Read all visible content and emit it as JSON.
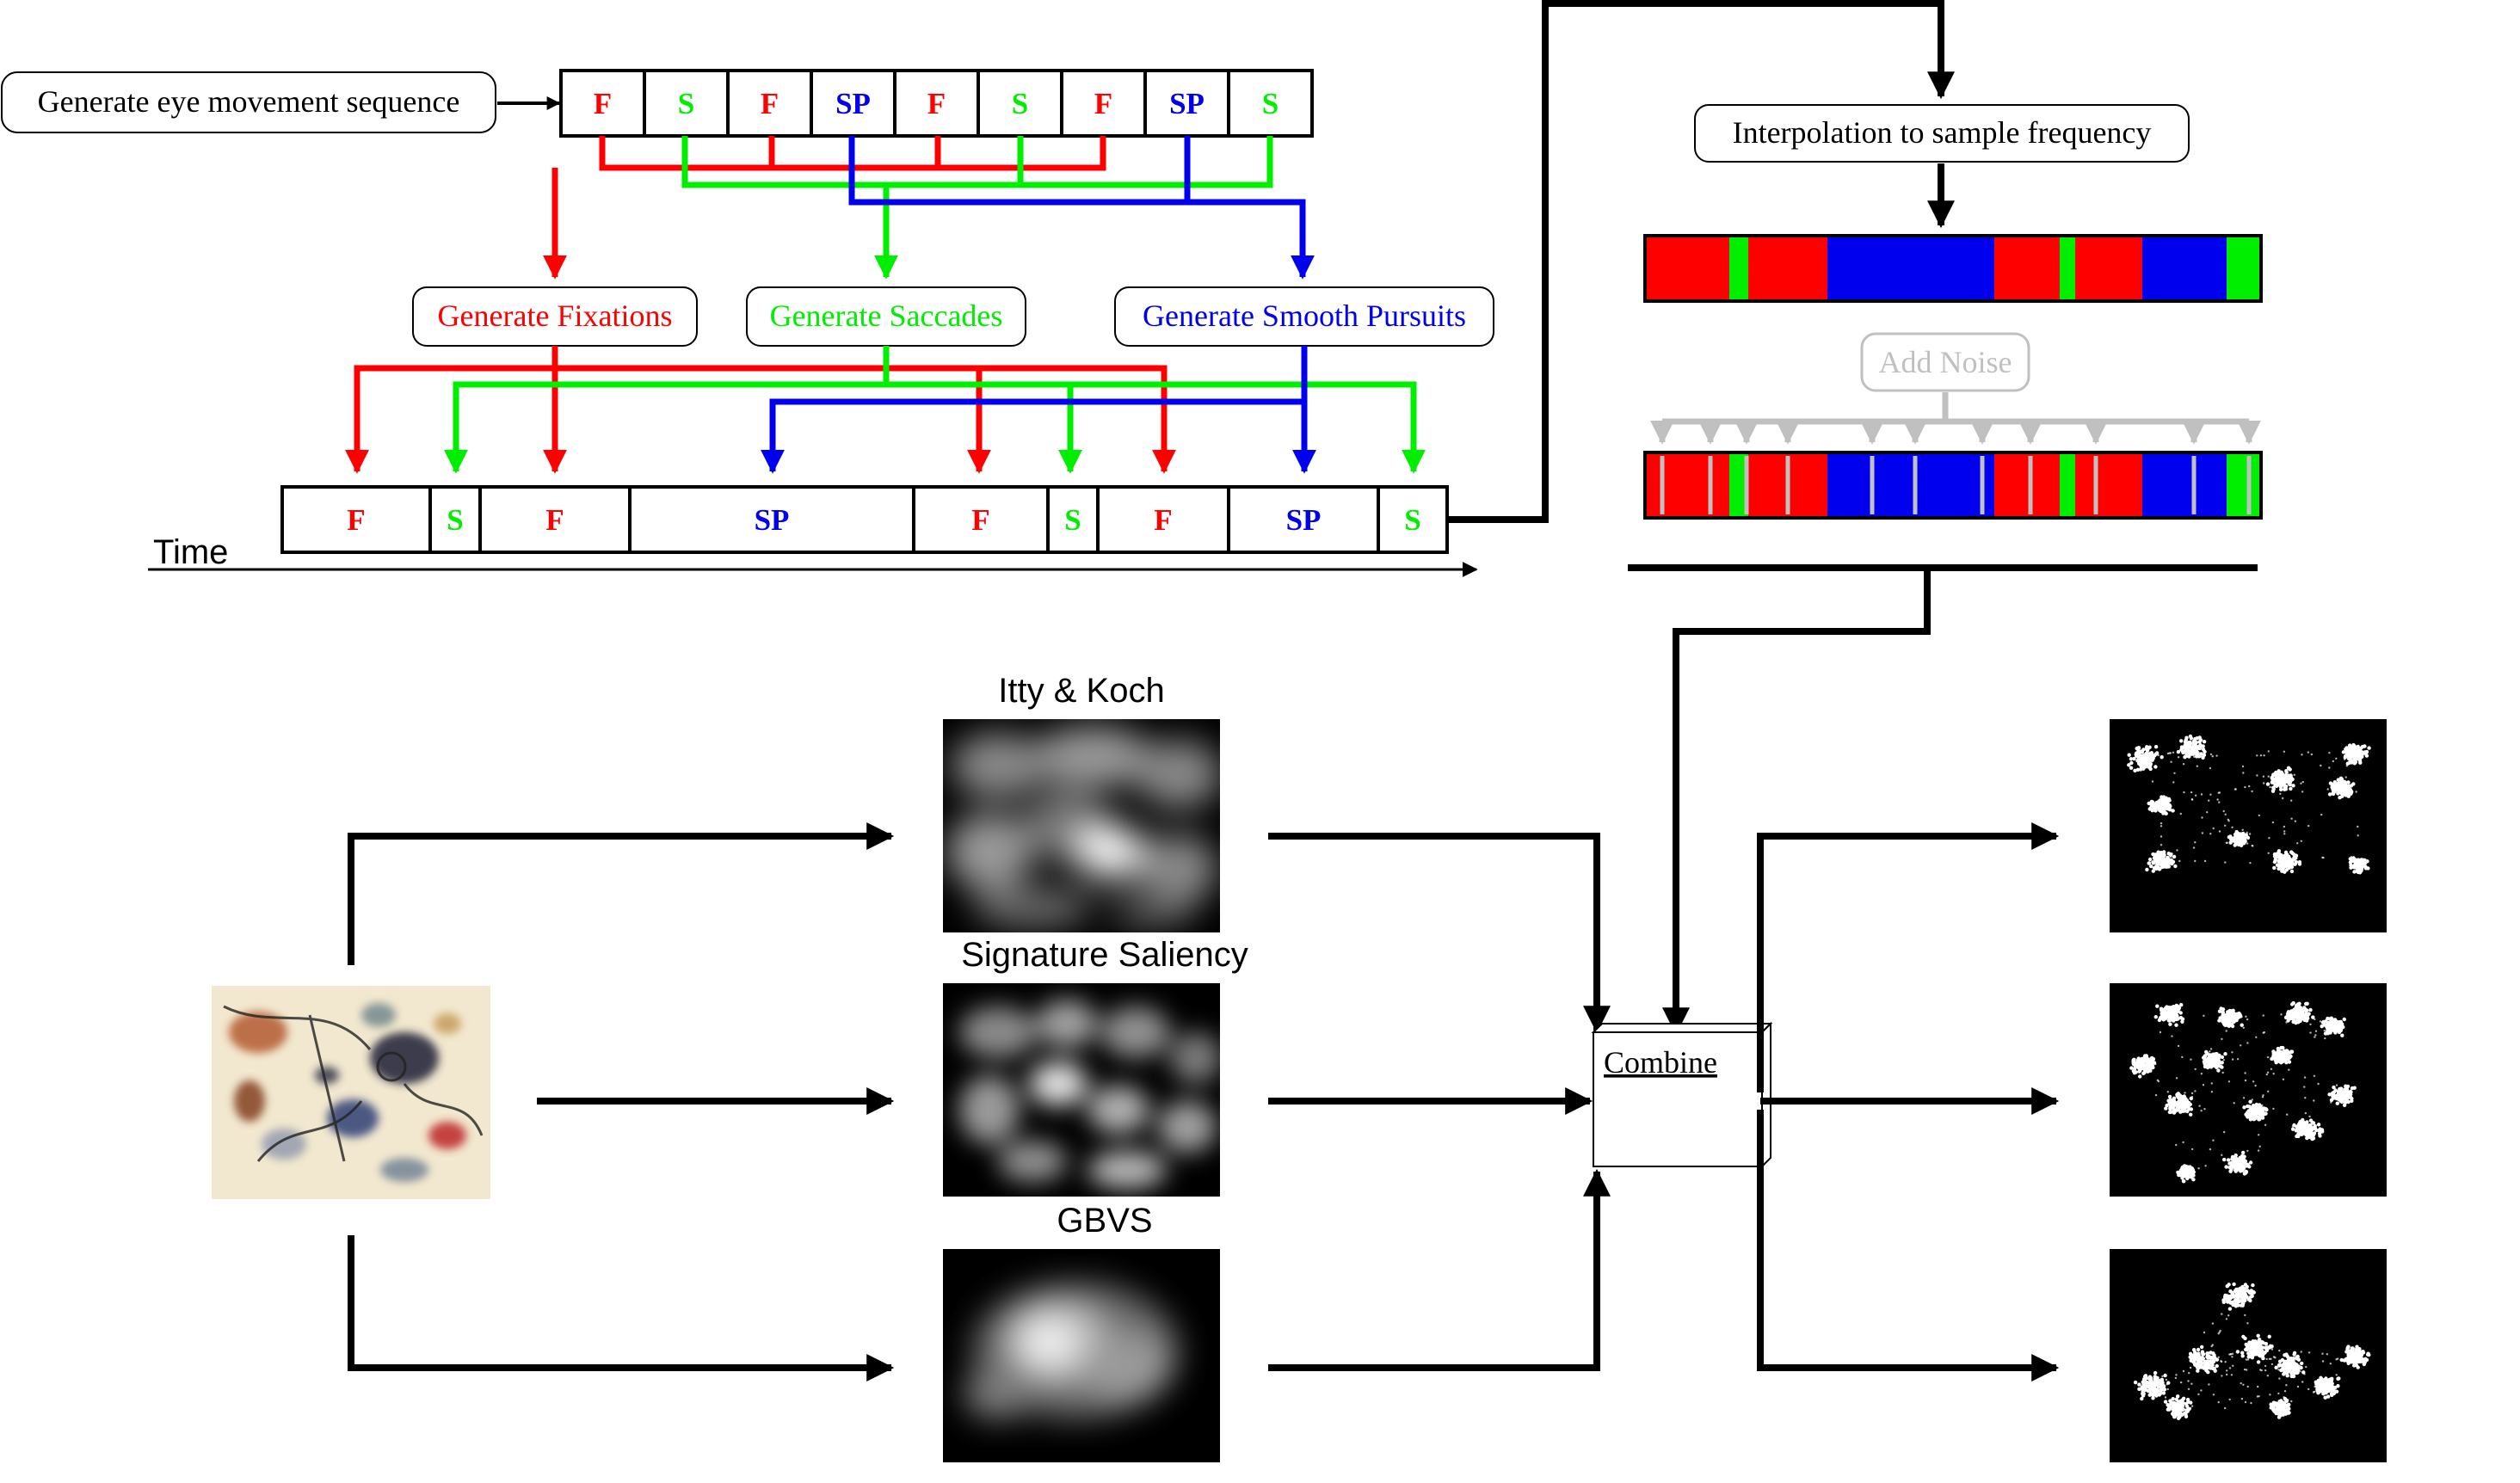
{
  "colors": {
    "fixation": "#ff0000",
    "saccade": "#00ee00",
    "smooth_pursuit": "#0000ee",
    "noise": "#c0c0c0",
    "line": "#000000"
  },
  "labels": {
    "generate_sequence": "Generate eye movement sequence",
    "generate_fixations": "Generate Fixations",
    "generate_saccades": "Generate Saccades",
    "generate_smooth_pursuits": "Generate Smooth Pursuits",
    "interpolation": "Interpolation to sample frequency",
    "add_noise": "Add Noise",
    "time": "Time",
    "combine": "Combine"
  },
  "sequence": [
    {
      "label": "F",
      "type": "fixation"
    },
    {
      "label": "S",
      "type": "saccade"
    },
    {
      "label": "F",
      "type": "fixation"
    },
    {
      "label": "SP",
      "type": "smooth_pursuit"
    },
    {
      "label": "F",
      "type": "fixation"
    },
    {
      "label": "S",
      "type": "saccade"
    },
    {
      "label": "F",
      "type": "fixation"
    },
    {
      "label": "SP",
      "type": "smooth_pursuit"
    },
    {
      "label": "S",
      "type": "saccade"
    }
  ],
  "timeline": [
    {
      "label": "F",
      "type": "fixation"
    },
    {
      "label": "S",
      "type": "saccade"
    },
    {
      "label": "F",
      "type": "fixation"
    },
    {
      "label": "SP",
      "type": "smooth_pursuit"
    },
    {
      "label": "F",
      "type": "fixation"
    },
    {
      "label": "S",
      "type": "saccade"
    },
    {
      "label": "F",
      "type": "fixation"
    },
    {
      "label": "SP",
      "type": "smooth_pursuit"
    },
    {
      "label": "S",
      "type": "saccade"
    }
  ],
  "saliency_models": [
    {
      "name": "Itty & Koch"
    },
    {
      "name": "Signature Saliency"
    },
    {
      "name": "GBVS"
    }
  ]
}
